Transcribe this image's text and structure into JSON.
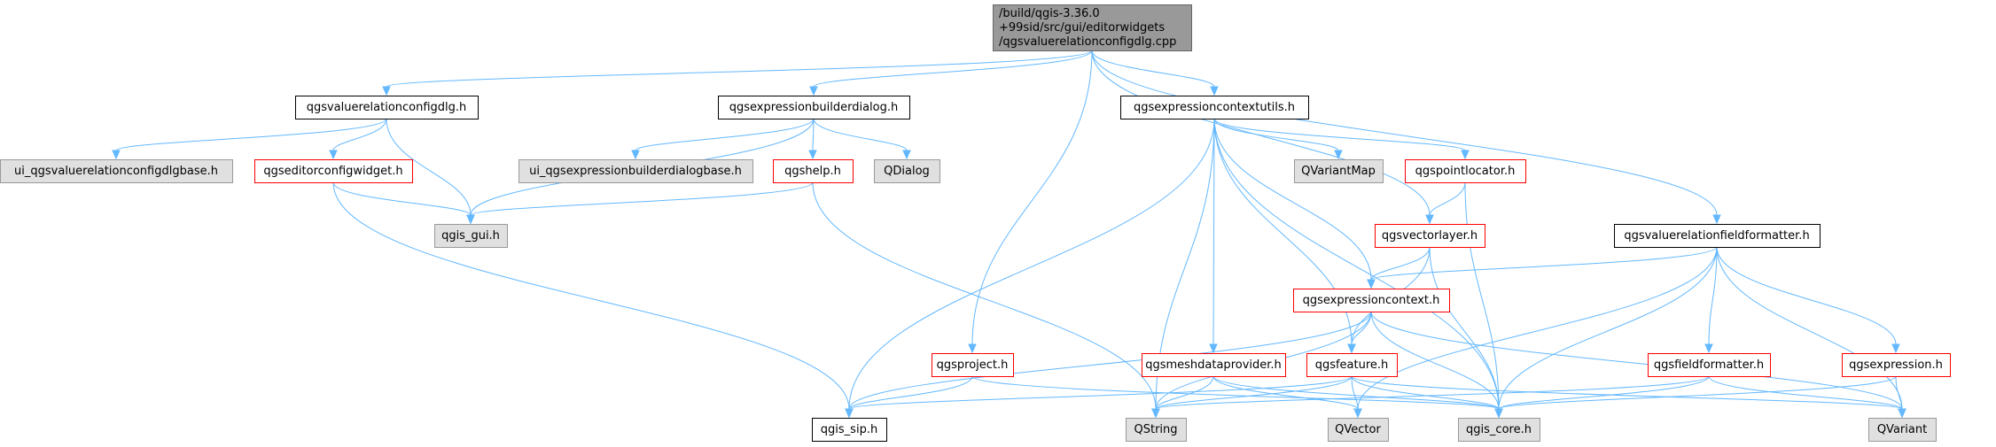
{
  "colors": {
    "edge": "#63b8ff",
    "root_fill": "#999999",
    "root_stroke": "#666666",
    "normal_fill": "#ffffff",
    "normal_stroke": "#000000",
    "external_fill": "#e0e0e0",
    "external_stroke": "#999999",
    "incomplete_stroke": "#ff0000"
  },
  "nodes": [
    {
      "id": "root",
      "lines": [
        "/build/qgis-3.36.0",
        "+99sid/src/gui/editorwidgets",
        "/qgsvaluerelationconfigdlg.cpp"
      ],
      "kind": "root"
    },
    {
      "id": "configdlg_h",
      "lines": [
        "qgsvaluerelationconfigdlg.h"
      ],
      "kind": "normal"
    },
    {
      "id": "exprbuilder_h",
      "lines": [
        "qgsexpressionbuilderdialog.h"
      ],
      "kind": "normal"
    },
    {
      "id": "exprctxutils_h",
      "lines": [
        "qgsexpressioncontextutils.h"
      ],
      "kind": "normal"
    },
    {
      "id": "ui_configdlgbase",
      "lines": [
        "ui_qgsvaluerelationconfigdlgbase.h"
      ],
      "kind": "external"
    },
    {
      "id": "editorconfigwidget_h",
      "lines": [
        "qgseditorconfigwidget.h"
      ],
      "kind": "incomplete"
    },
    {
      "id": "qgis_gui_h",
      "lines": [
        "qgis_gui.h"
      ],
      "kind": "external"
    },
    {
      "id": "ui_exprbuilderbase",
      "lines": [
        "ui_qgsexpressionbuilderdialogbase.h"
      ],
      "kind": "external"
    },
    {
      "id": "qgshelp_h",
      "lines": [
        "qgshelp.h"
      ],
      "kind": "incomplete"
    },
    {
      "id": "qdialog",
      "lines": [
        "QDialog"
      ],
      "kind": "external"
    },
    {
      "id": "qvariantmap",
      "lines": [
        "QVariantMap"
      ],
      "kind": "external"
    },
    {
      "id": "pointlocator_h",
      "lines": [
        "qgspointlocator.h"
      ],
      "kind": "incomplete"
    },
    {
      "id": "vectorlayer_h",
      "lines": [
        "qgsvectorlayer.h"
      ],
      "kind": "incomplete"
    },
    {
      "id": "fieldformatter_vr_h",
      "lines": [
        "qgsvaluerelationfieldformatter.h"
      ],
      "kind": "normal"
    },
    {
      "id": "exprcontext_h",
      "lines": [
        "qgsexpressioncontext.h"
      ],
      "kind": "incomplete"
    },
    {
      "id": "project_h",
      "lines": [
        "qgsproject.h"
      ],
      "kind": "incomplete"
    },
    {
      "id": "meshdataprovider_h",
      "lines": [
        "qgsmeshdataprovider.h"
      ],
      "kind": "incomplete"
    },
    {
      "id": "feature_h",
      "lines": [
        "qgsfeature.h"
      ],
      "kind": "incomplete"
    },
    {
      "id": "fieldformatter_h",
      "lines": [
        "qgsfieldformatter.h"
      ],
      "kind": "incomplete"
    },
    {
      "id": "expression_h",
      "lines": [
        "qgsexpression.h"
      ],
      "kind": "incomplete"
    },
    {
      "id": "qgis_sip_h",
      "lines": [
        "qgis_sip.h"
      ],
      "kind": "normal"
    },
    {
      "id": "qstring",
      "lines": [
        "QString"
      ],
      "kind": "external"
    },
    {
      "id": "qvector",
      "lines": [
        "QVector"
      ],
      "kind": "external"
    },
    {
      "id": "qgis_core_h",
      "lines": [
        "qgis_core.h"
      ],
      "kind": "external"
    },
    {
      "id": "qvariant",
      "lines": [
        "QVariant"
      ],
      "kind": "external"
    }
  ],
  "edges": [
    [
      "root",
      "configdlg_h"
    ],
    [
      "root",
      "exprbuilder_h"
    ],
    [
      "root",
      "exprctxutils_h"
    ],
    [
      "root",
      "project_h"
    ],
    [
      "root",
      "vectorlayer_h"
    ],
    [
      "root",
      "fieldformatter_vr_h"
    ],
    [
      "configdlg_h",
      "ui_configdlgbase"
    ],
    [
      "configdlg_h",
      "editorconfigwidget_h"
    ],
    [
      "configdlg_h",
      "qgis_gui_h"
    ],
    [
      "editorconfigwidget_h",
      "qgis_gui_h"
    ],
    [
      "editorconfigwidget_h",
      "qgis_sip_h"
    ],
    [
      "exprbuilder_h",
      "qgis_gui_h"
    ],
    [
      "exprbuilder_h",
      "ui_exprbuilderbase"
    ],
    [
      "exprbuilder_h",
      "qgshelp_h"
    ],
    [
      "exprbuilder_h",
      "qdialog"
    ],
    [
      "qgshelp_h",
      "qgis_gui_h"
    ],
    [
      "qgshelp_h",
      "qstring"
    ],
    [
      "exprctxutils_h",
      "qvariantmap"
    ],
    [
      "exprctxutils_h",
      "pointlocator_h"
    ],
    [
      "exprctxutils_h",
      "exprcontext_h"
    ],
    [
      "exprctxutils_h",
      "meshdataprovider_h"
    ],
    [
      "exprctxutils_h",
      "feature_h"
    ],
    [
      "exprctxutils_h",
      "qgis_sip_h"
    ],
    [
      "exprctxutils_h",
      "qstring"
    ],
    [
      "exprctxutils_h",
      "qgis_core_h"
    ],
    [
      "pointlocator_h",
      "vectorlayer_h"
    ],
    [
      "pointlocator_h",
      "qgis_core_h"
    ],
    [
      "vectorlayer_h",
      "exprcontext_h"
    ],
    [
      "vectorlayer_h",
      "feature_h"
    ],
    [
      "vectorlayer_h",
      "qgis_core_h"
    ],
    [
      "fieldformatter_vr_h",
      "exprcontext_h"
    ],
    [
      "fieldformatter_vr_h",
      "fieldformatter_h"
    ],
    [
      "fieldformatter_vr_h",
      "expression_h"
    ],
    [
      "fieldformatter_vr_h",
      "qvector"
    ],
    [
      "fieldformatter_vr_h",
      "qgis_core_h"
    ],
    [
      "fieldformatter_vr_h",
      "qvariant"
    ],
    [
      "exprcontext_h",
      "feature_h"
    ],
    [
      "exprcontext_h",
      "qgis_sip_h"
    ],
    [
      "exprcontext_h",
      "qstring"
    ],
    [
      "exprcontext_h",
      "qgis_core_h"
    ],
    [
      "exprcontext_h",
      "qvariant"
    ],
    [
      "project_h",
      "qgis_sip_h"
    ],
    [
      "project_h",
      "qgis_core_h"
    ],
    [
      "meshdataprovider_h",
      "qstring"
    ],
    [
      "meshdataprovider_h",
      "qvector"
    ],
    [
      "meshdataprovider_h",
      "qgis_core_h"
    ],
    [
      "feature_h",
      "qgis_sip_h"
    ],
    [
      "feature_h",
      "qstring"
    ],
    [
      "feature_h",
      "qvector"
    ],
    [
      "feature_h",
      "qgis_core_h"
    ],
    [
      "feature_h",
      "qvariant"
    ],
    [
      "fieldformatter_h",
      "qstring"
    ],
    [
      "fieldformatter_h",
      "qgis_core_h"
    ],
    [
      "fieldformatter_h",
      "qvariant"
    ],
    [
      "expression_h",
      "qgis_core_h"
    ],
    [
      "expression_h",
      "qvariant"
    ]
  ]
}
